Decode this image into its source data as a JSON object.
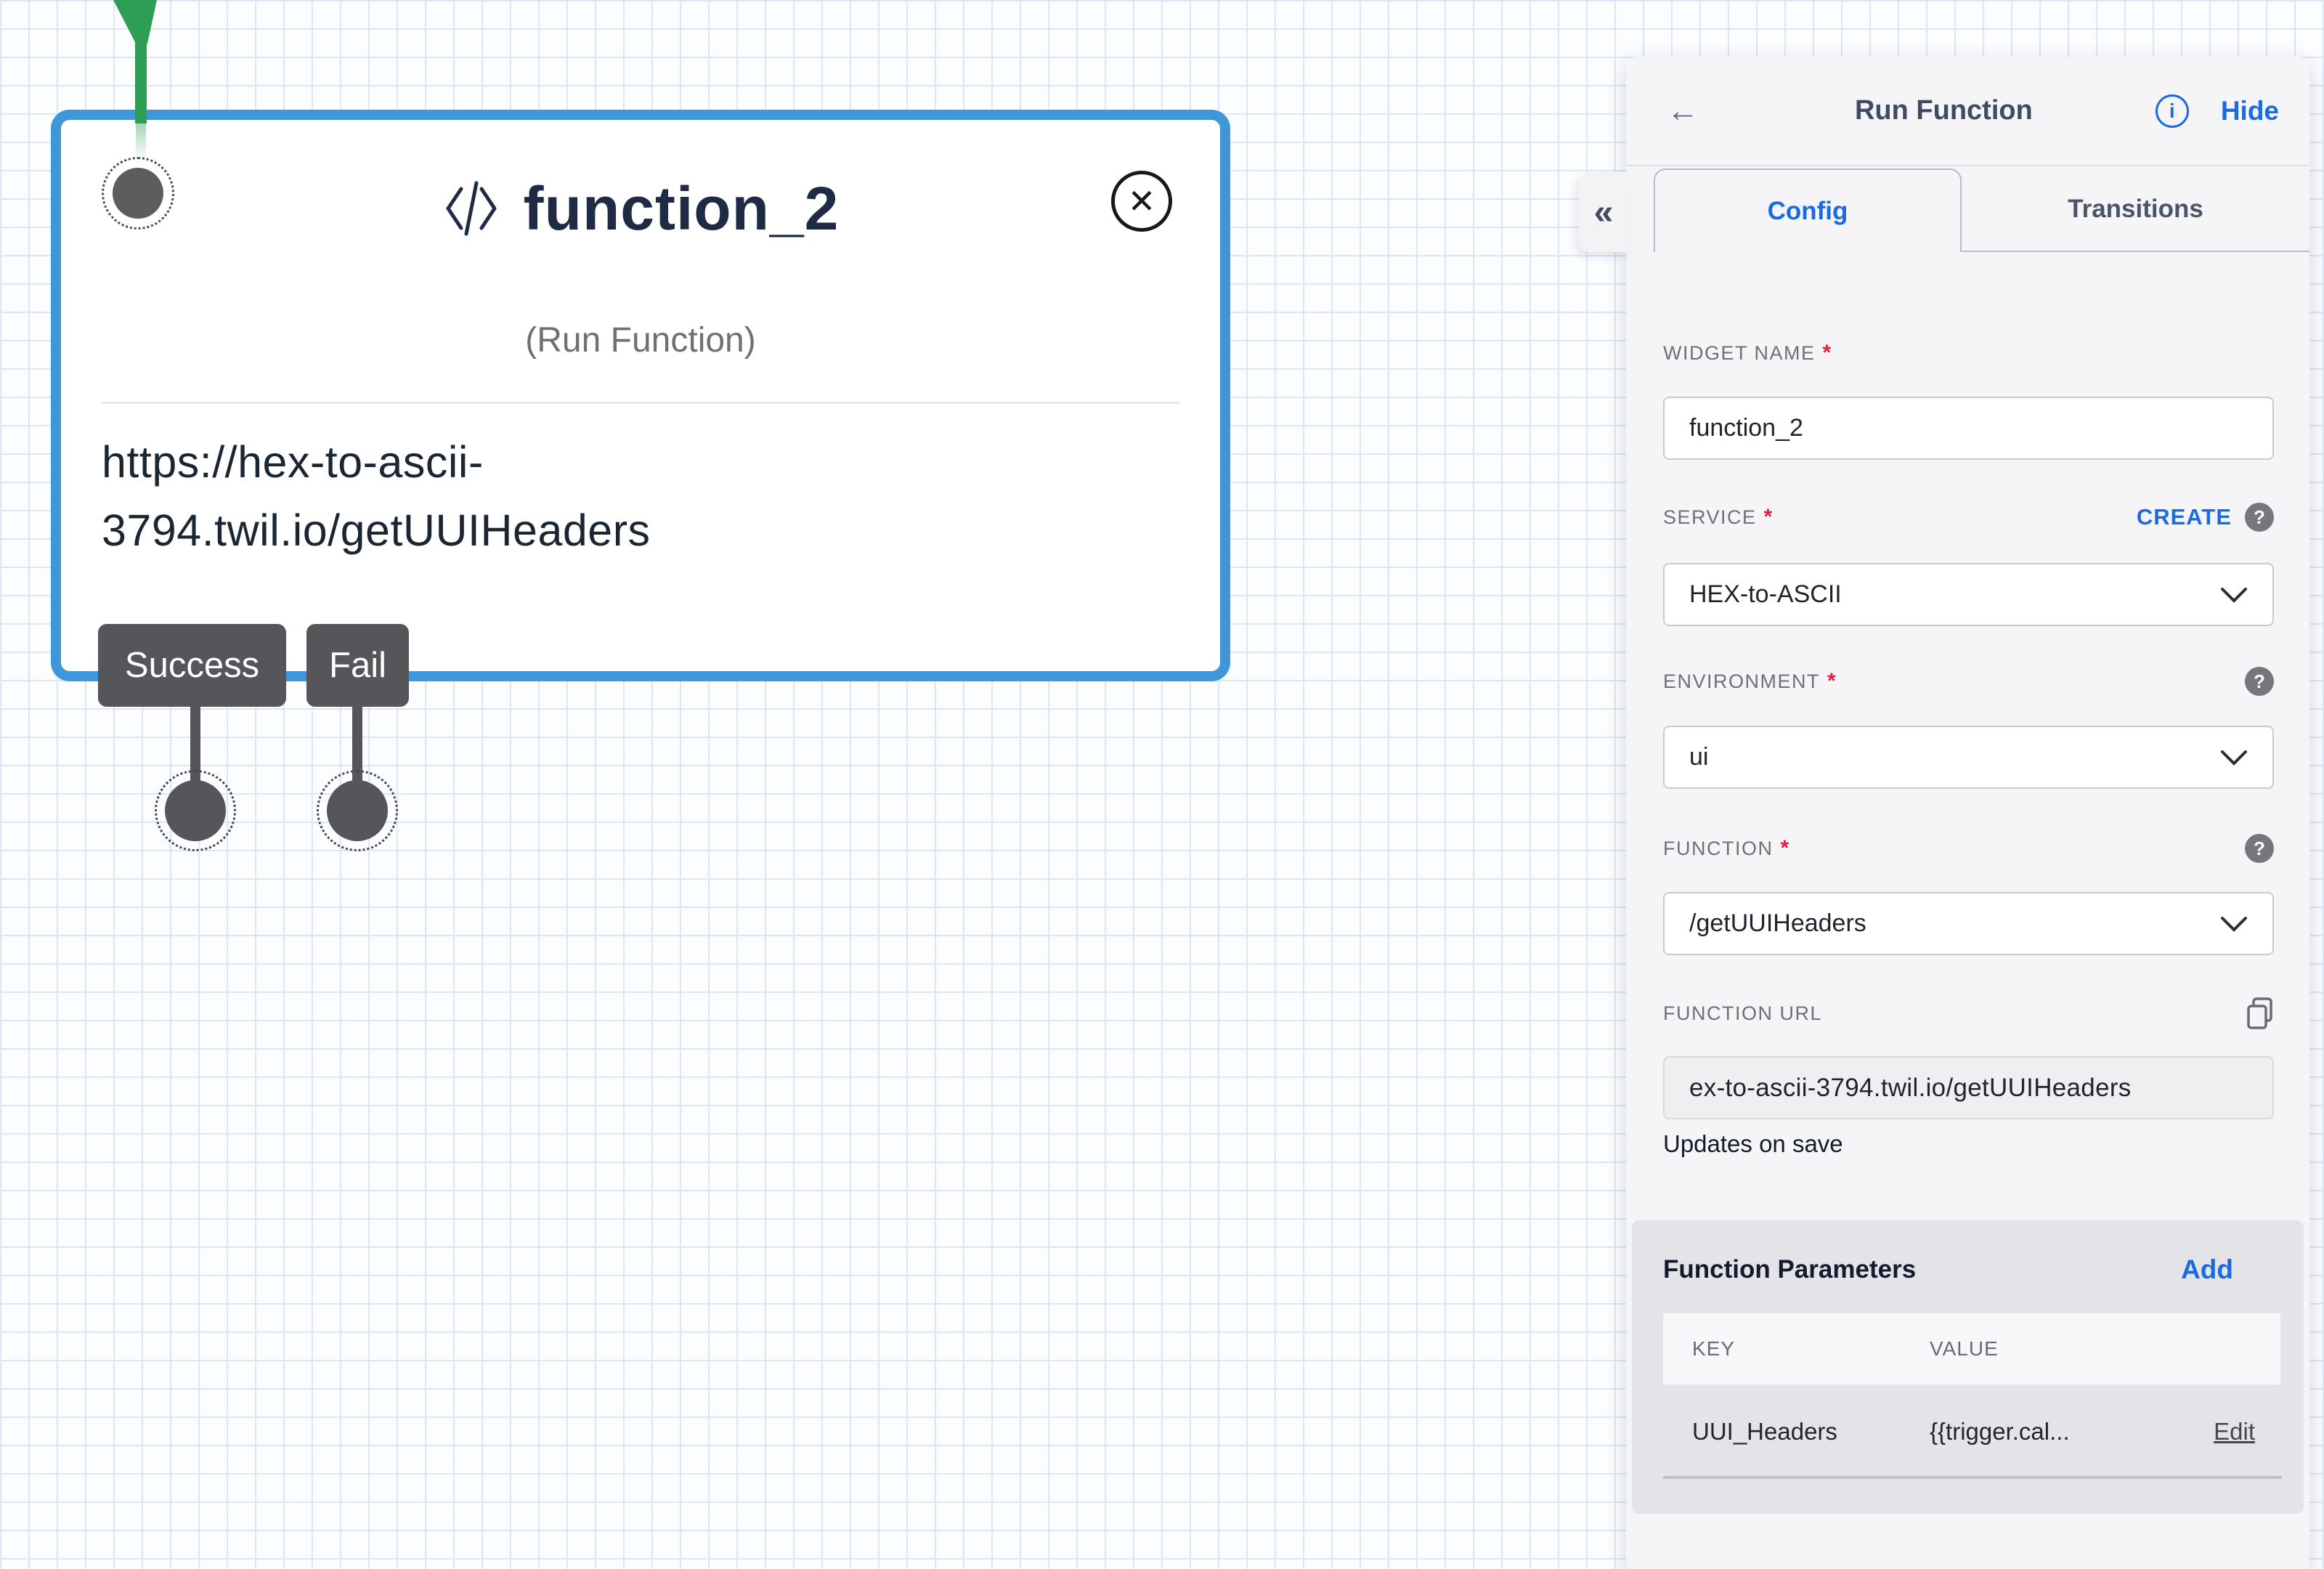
{
  "glyphs": {
    "back": "←",
    "collapse": "«",
    "info": "i",
    "close": "✕",
    "help": "?",
    "asterisk": "*"
  },
  "colors": {
    "accent_blue": "#1a6be0",
    "node_border_blue": "#3f96d8",
    "connector_green": "#2f9e55",
    "transition_gray": "#55555a",
    "required_red": "#de1f3e",
    "panel_bg": "#f5f5f7",
    "params_bg": "#e4e4e8",
    "grid_blue": "#dbe7f6"
  },
  "canvas": {
    "widget": {
      "title": "function_2",
      "type_label": "(Run Function)",
      "url_line1": "https://hex-to-ascii-",
      "url_line2": "3794.twil.io/getUUIHeaders",
      "transitions": [
        {
          "label": "Success"
        },
        {
          "label": "Fail"
        }
      ]
    }
  },
  "panel": {
    "title": "Run Function",
    "hide_label": "Hide",
    "tabs": [
      {
        "label": "Config",
        "active": true
      },
      {
        "label": "Transitions",
        "active": false
      }
    ],
    "fields": {
      "widget_name": {
        "label": "WIDGET NAME",
        "required": true,
        "value": "function_2"
      },
      "service": {
        "label": "SERVICE",
        "required": true,
        "value": "HEX-to-ASCII",
        "action": "CREATE"
      },
      "environment": {
        "label": "ENVIRONMENT",
        "required": true,
        "value": "ui"
      },
      "function": {
        "label": "FUNCTION",
        "required": true,
        "value": "/getUUIHeaders"
      },
      "function_url": {
        "label": "FUNCTION URL",
        "value": "ex-to-ascii-3794.twil.io/getUUIHeaders",
        "note": "Updates on save"
      }
    },
    "parameters": {
      "title": "Function Parameters",
      "add_label": "Add",
      "columns": [
        "KEY",
        "VALUE"
      ],
      "rows": [
        {
          "key": "UUI_Headers",
          "value": "{{trigger.cal...",
          "action": "Edit"
        }
      ]
    }
  }
}
